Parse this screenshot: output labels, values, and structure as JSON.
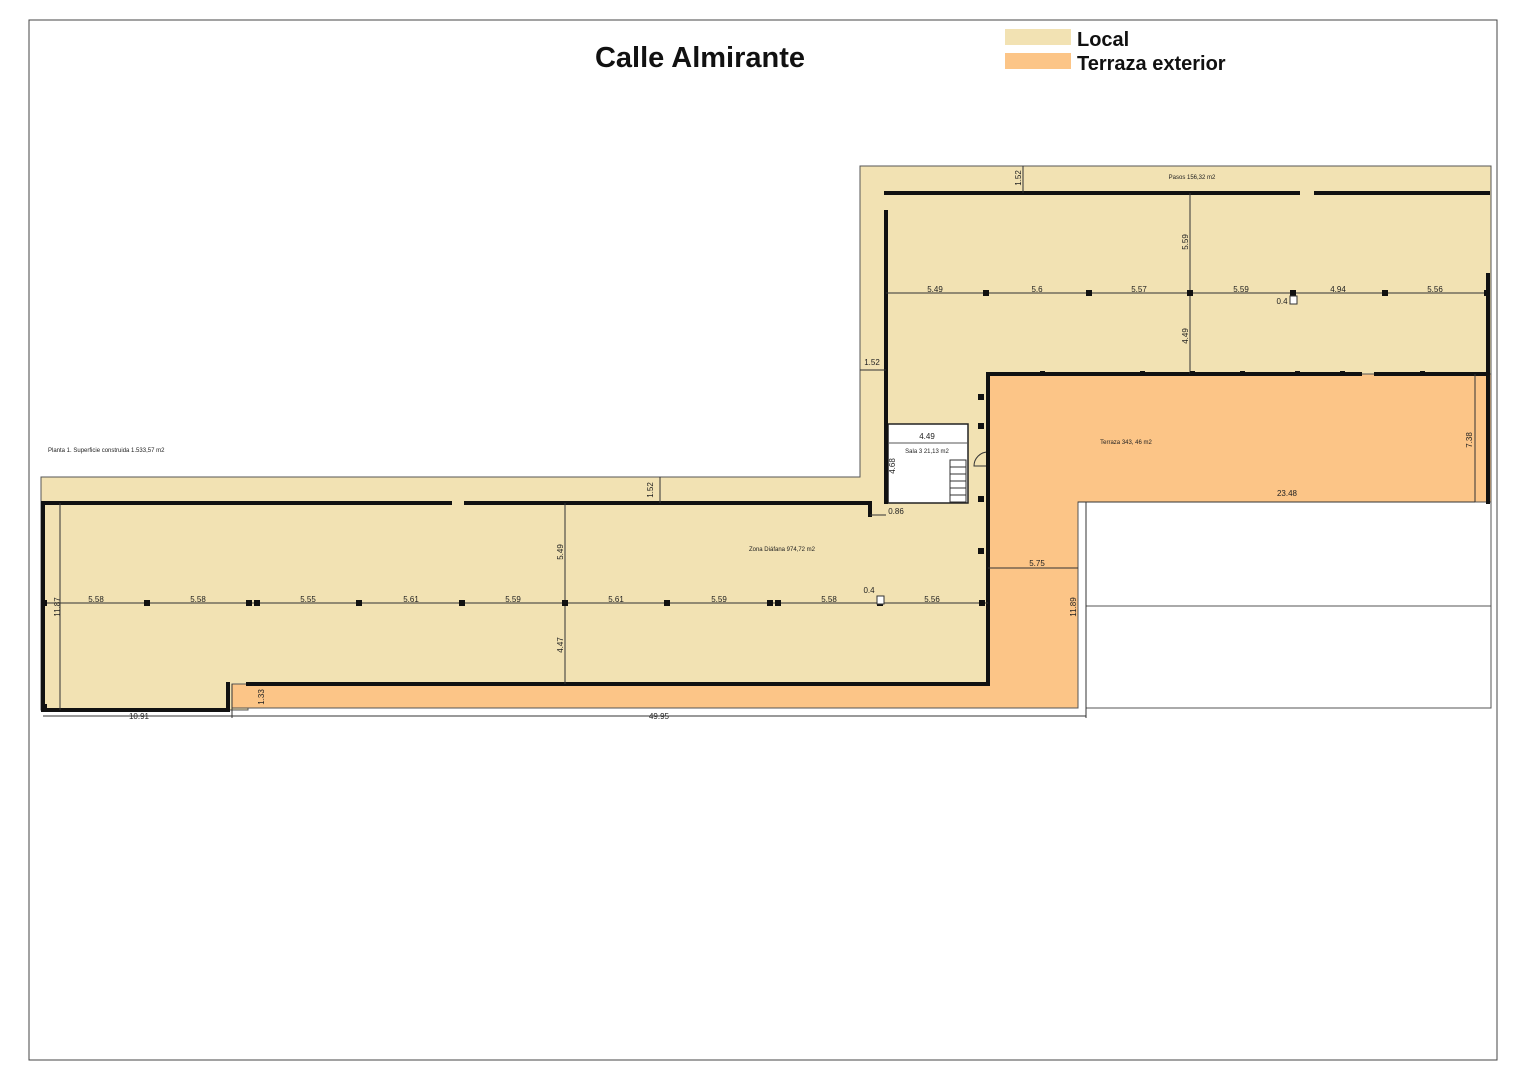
{
  "title": "Calle Almirante",
  "legend": [
    {
      "label": "Local",
      "color": "#f2e2b3"
    },
    {
      "label": "Terraza exterior",
      "color": "#fcc587"
    }
  ],
  "colors": {
    "local": "#f2e2b3",
    "terrace": "#fcc587",
    "wall": "#111111",
    "line": "#333333"
  },
  "floor_caption": "Planta 1. Superficie construida 1.533,57 m2",
  "rooms": {
    "pasos": "Pasos 156,32 m2",
    "terraza": "Terraza 343, 46 m2",
    "sala": "Sala 3 21,13 m2",
    "zona": "Zona Diáfana 974,72 m2"
  },
  "dims": {
    "d_1_52_top": "1.52",
    "d_5_59_up": "5.59",
    "d_4_49_up": "4.49",
    "d_1_52_mid": "1.52",
    "up_row": [
      "5.49",
      "5.6",
      "5.57",
      "5.59",
      "4.94",
      "5.56"
    ],
    "d_0_4_up": "0.4",
    "d_7_38": "7.38",
    "d_23_48": "23.48",
    "d_4_49_sala": "4.49",
    "d_4_68": "4.68",
    "d_0_86": "0.86",
    "d_1_52_low": "1.52",
    "d_5_49_low": "5.49",
    "d_4_47": "4.47",
    "low_row": [
      "5.58",
      "5.58",
      "5.55",
      "5.61",
      "5.59",
      "5.61",
      "5.59",
      "5.58",
      "5.56"
    ],
    "d_0_4_low": "0.4",
    "d_11_87": "11.87",
    "d_5_75": "5.75",
    "d_11_89": "11.89",
    "d_1_33": "1.33",
    "d_10_91": "10.91",
    "d_49_95": "49.95"
  }
}
